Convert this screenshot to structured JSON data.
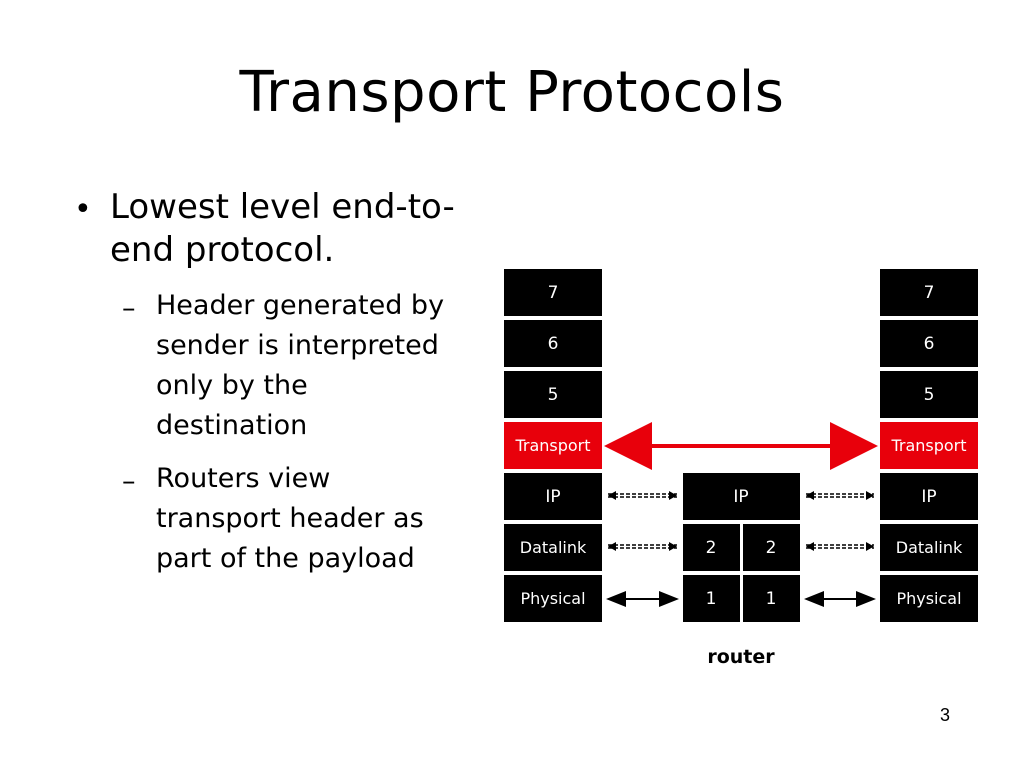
{
  "slide": {
    "title": "Transport Protocols",
    "bullet": "Lowest level end-to-end protocol.",
    "bullet_marker": "•",
    "sub_marker": "–",
    "sub_bullets": [
      "Header generated by sender is interpreted only by the destination",
      "Routers view transport header as part of the payload"
    ],
    "slide_number": "3"
  },
  "diagram": {
    "left_stack": [
      "7",
      "6",
      "5",
      "Transport",
      "IP",
      "Datalink",
      "Physical"
    ],
    "right_stack": [
      "7",
      "6",
      "5",
      "Transport",
      "IP",
      "Datalink",
      "Physical"
    ],
    "router": {
      "ip": "IP",
      "datalink": [
        "2",
        "2"
      ],
      "physical": [
        "1",
        "1"
      ],
      "label": "router"
    },
    "colors": {
      "layer_fill": "#000000",
      "highlight_fill": "#e8000b",
      "arrow": "#e8000b",
      "text": "#ffffff"
    }
  }
}
